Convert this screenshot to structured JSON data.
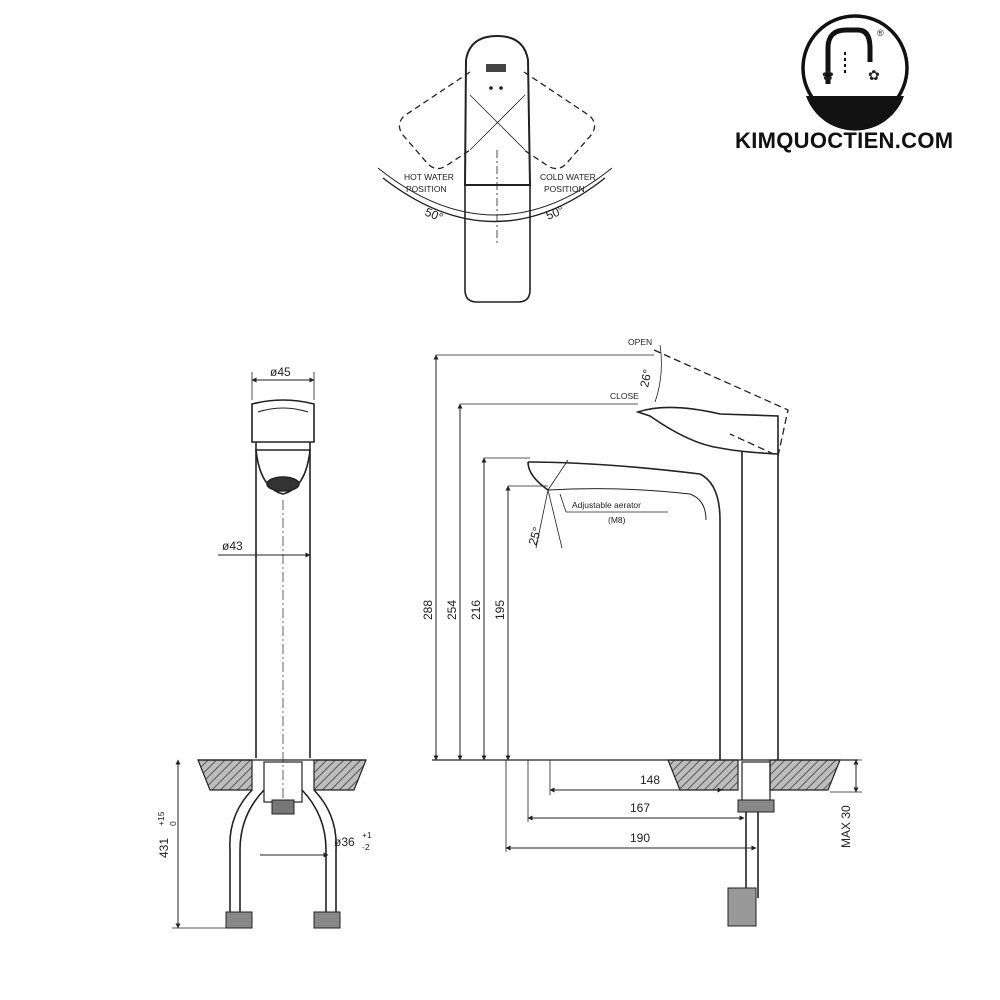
{
  "brand": {
    "name": "KIMQUOCTIEN.COM",
    "registered_mark": "®"
  },
  "top_view": {
    "hot_label_line1": "HOT WATER",
    "hot_label_line2": "POSITION",
    "hot_angle": "50°",
    "cold_label_line1": "COLD WATER",
    "cold_label_line2": "POSITION",
    "cold_angle": "50°"
  },
  "front_view": {
    "top_diameter": "ø45",
    "body_diameter": "ø43",
    "mount_diameter": "ø36",
    "mount_tolerance_upper": "+1",
    "mount_tolerance_lower": "-2",
    "hose_length": "431",
    "hose_tolerance_upper": "+15",
    "hose_tolerance_lower": "0"
  },
  "side_view": {
    "open_label": "OPEN",
    "close_label": "CLOSE",
    "lever_angle": "26°",
    "aerator_label": "Adjustable aerator",
    "aerator_size": "(M8)",
    "aerator_angle": "25°",
    "heights": [
      "288",
      "254",
      "216",
      "195"
    ],
    "reach_148": "148",
    "reach_167": "167",
    "reach_190": "190",
    "deck_thickness": "MAX 30"
  }
}
